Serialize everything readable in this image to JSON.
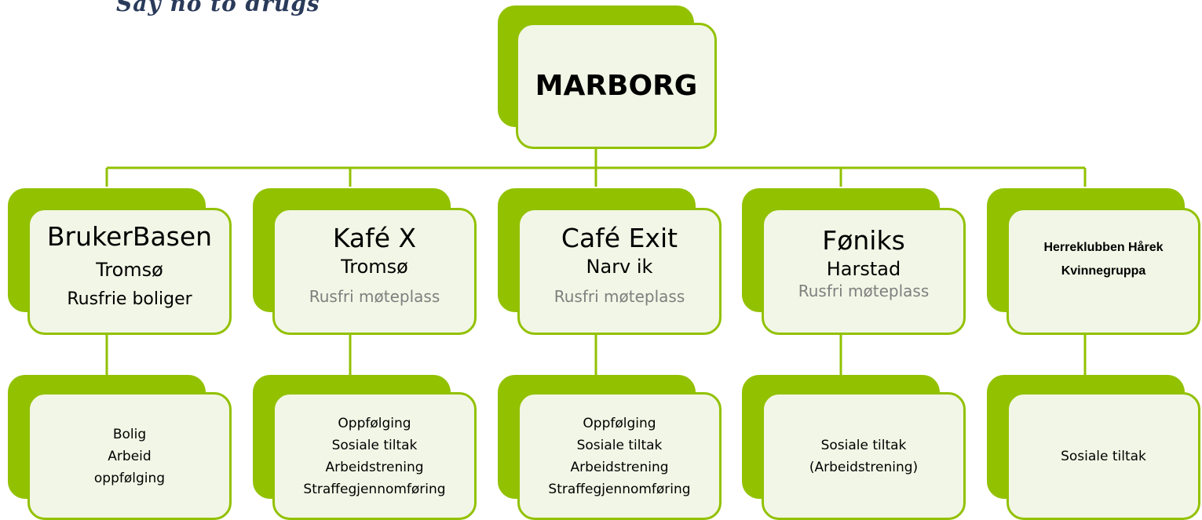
{
  "logo": {
    "text": "Say no to drugs"
  },
  "root": {
    "title": "MARBORG"
  },
  "units": [
    {
      "name": "BrukerBasen",
      "place": "Tromsø",
      "focus": "Rusfrie boliger",
      "activities": [
        "Bolig",
        "Arbeid",
        "oppfølging"
      ]
    },
    {
      "name": "Kafé X",
      "place": "Tromsø",
      "focus": "Rusfri møteplass",
      "activities": [
        "Oppfølging",
        "Sosiale tiltak",
        "Arbeidstrening",
        "Straffegjennomføring"
      ]
    },
    {
      "name": "Café Exit",
      "place": "Narv ik",
      "focus": "Rusfri møteplass",
      "activities": [
        "Oppfølging",
        "Sosiale tiltak",
        "Arbeidstrening",
        "Straffegjennomføring"
      ]
    },
    {
      "name": "Føniks",
      "place": "Harstad",
      "focus": "Rusfri møteplass",
      "activities": [
        "Sosiale tiltak",
        "(Arbeidstrening)"
      ]
    },
    {
      "name": "Herreklubben Hårek",
      "place": "Kvinnegruppa",
      "focus": "",
      "activities": [
        "Sosiale tiltak"
      ]
    }
  ],
  "colors": {
    "accent": "#92c100",
    "box_fill": "#f2f6e6",
    "muted_text": "#7f7f7f"
  }
}
